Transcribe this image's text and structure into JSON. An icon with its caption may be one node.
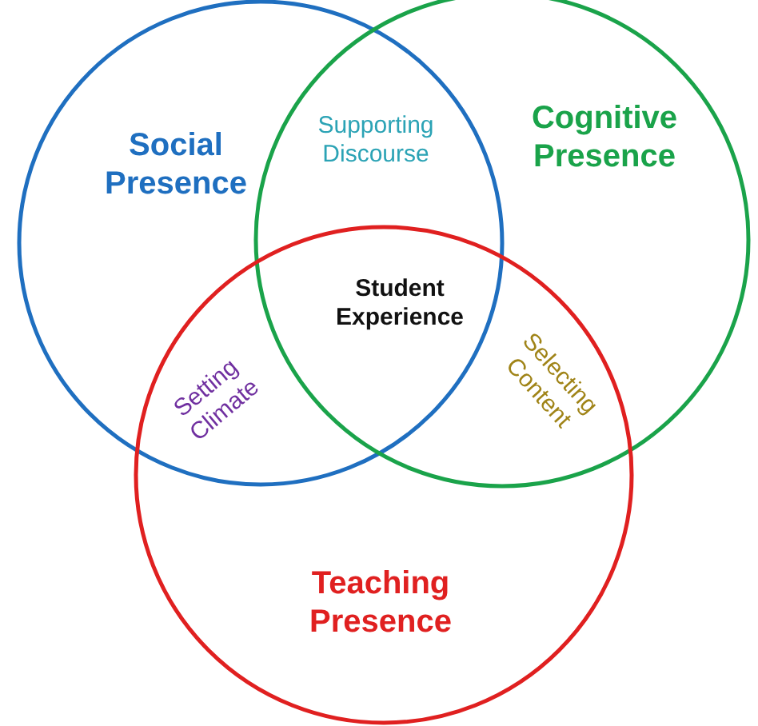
{
  "diagram": {
    "nodes": [
      {
        "text": [
          "Social Presence"
        ]
      },
      {
        "text": [
          "Cognitive Presence"
        ]
      },
      {
        "text": [
          "Teaching Presence"
        ]
      }
    ],
    "labels": [
      "Supporting Discourse",
      "Student Experience",
      "Setting Climate",
      "Selecting Content"
    ]
  }
}
